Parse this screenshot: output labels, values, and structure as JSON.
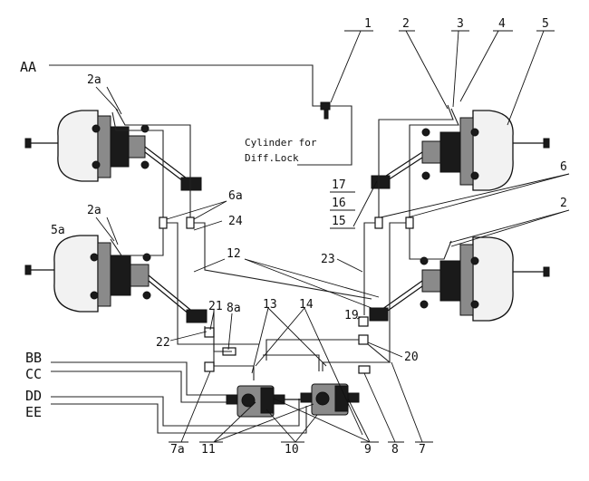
{
  "lines": {
    "AA": "AA",
    "BB": "BB",
    "CC": "CC",
    "DD": "DD",
    "EE": "EE"
  },
  "note": {
    "line1": "Cylinder for",
    "line2": "Diff.Lock"
  },
  "labels": {
    "n1": "1",
    "n2_top": "2",
    "n3": "3",
    "n4": "4",
    "n5": "5",
    "n2a_upper": "2a",
    "n2a_lower": "2a",
    "n5a": "5a",
    "n6a": "6a",
    "n24": "24",
    "n12": "12",
    "n6": "6",
    "n17": "17",
    "n16": "16",
    "n15": "15",
    "n2_right": "2",
    "n23": "23",
    "n13": "13",
    "n14": "14",
    "n21": "21",
    "n8a": "8a",
    "n22": "22",
    "n19": "19",
    "n20": "20",
    "n7a": "7a",
    "n11": "11",
    "n10": "10",
    "n9": "9",
    "n8": "8",
    "n7": "7"
  }
}
